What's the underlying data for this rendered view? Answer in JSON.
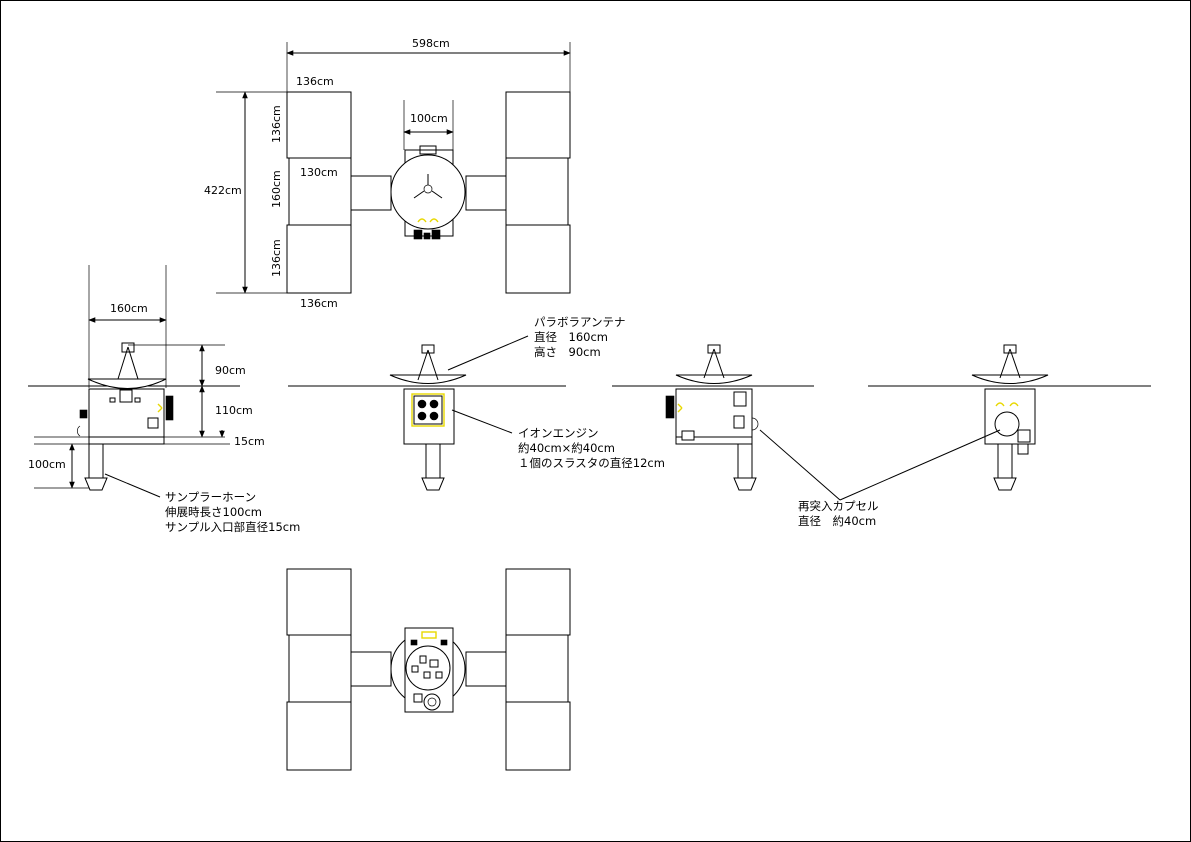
{
  "dimensions": {
    "total_span": "598cm",
    "panel_width_top": "136cm",
    "panel_width_bottom": "136cm",
    "body_width_top": "100cm",
    "boom_length": "130cm",
    "total_height": "422cm",
    "panel_h1": "136cm",
    "panel_h2": "160cm",
    "panel_h3": "136cm",
    "body_width_side": "160cm",
    "antenna_height": "90cm",
    "body_height": "110cm",
    "base_height": "15cm",
    "horn_length": "100cm"
  },
  "annotations": {
    "antenna": [
      "パラボラアンテナ",
      "直径　160cm",
      "高さ　90cm"
    ],
    "engine": [
      "イオンエンジン",
      "約40cm×約40cm",
      "１個のスラスタの直径12cm"
    ],
    "horn": [
      "サンプラーホーン",
      "伸展時長さ100cm",
      "サンプル入口部直径15cm"
    ],
    "capsule": [
      "再突入カプセル",
      "直径　約40cm"
    ]
  },
  "colors": {
    "line": "#000000",
    "thruster_glow": "#e8d800",
    "background": "#ffffff"
  }
}
